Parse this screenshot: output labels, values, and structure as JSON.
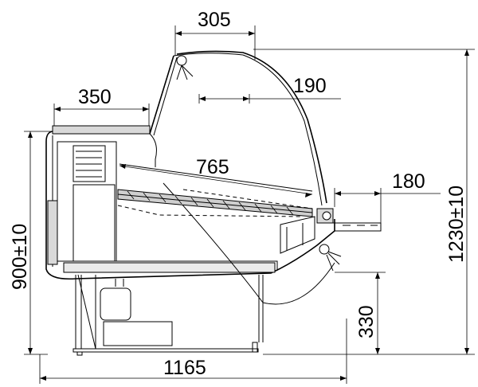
{
  "dimensions": {
    "glass_top_width": "305",
    "shelf_depth": "350",
    "glass_curve_offset": "190",
    "display_depth": "765",
    "front_ledge": "180",
    "total_height": "1230±10",
    "counter_height": "900±10",
    "base_height": "330",
    "total_width": "1165"
  }
}
